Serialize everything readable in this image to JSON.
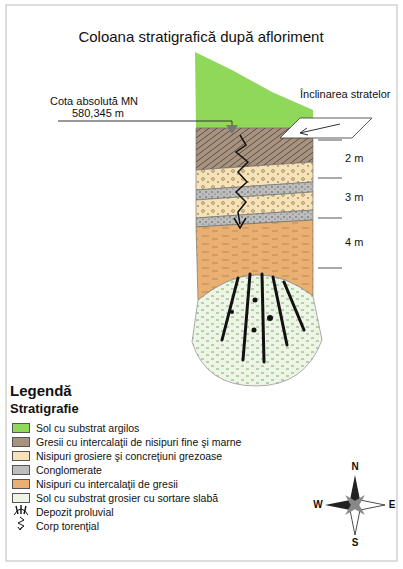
{
  "diagram": {
    "title": "Coloana stratigrafică după afloriment",
    "labels": [
      "Cota absolută MN",
      "580,345 m",
      "Înclinarea stratelor",
      "2 m",
      "3 m",
      "4 m",
      "Legendă",
      "Stratigrafie",
      "N",
      "S",
      "W",
      "E"
    ],
    "legend": [
      {
        "text": "Sol cu substrat argilos",
        "color": "#8fd85a"
      },
      {
        "text": "Gresii cu intercalaţii de nisipuri fine şi marne",
        "color": "#a89280"
      },
      {
        "text": "Nisipuri grosiere şi concreţiuni grezoase",
        "color": "#f6e2b6"
      },
      {
        "text": "Conglomerate",
        "color": "#bdbdbd"
      },
      {
        "text": "Nisipuri cu intercalaţii de gresii",
        "color": "#eab072"
      },
      {
        "text": "Sol cu substrat grosier cu sortare slabă",
        "color": "#eef5e6"
      },
      {
        "text": "Depozit proluvial"
      },
      {
        "text": "Corp torenţial"
      }
    ]
  }
}
